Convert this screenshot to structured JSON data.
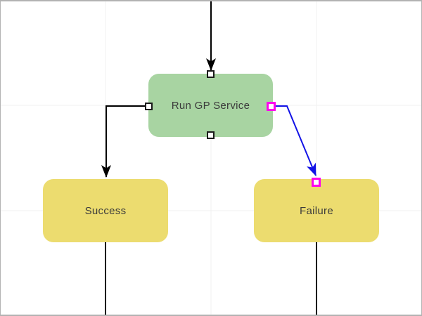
{
  "window": {
    "background": "#ffffff",
    "border_color": "#b2b2b2",
    "grid_color": "#f0f0f0"
  },
  "text_color": "#3b3b3b",
  "nodes": {
    "run_gp_service": {
      "label": "Run GP Service",
      "fill": "#a8d4a2"
    },
    "success": {
      "label": "Success",
      "fill": "#ecdc6f"
    },
    "failure": {
      "label": "Failure",
      "fill": "#ecdc6f"
    }
  },
  "connectors": {
    "default_color": "#000000",
    "selected_color": "#1212e6",
    "handle_fill": "#ffffff",
    "handle_border": "#1a1a1a",
    "selected_handle_border": "#ff00ee"
  }
}
